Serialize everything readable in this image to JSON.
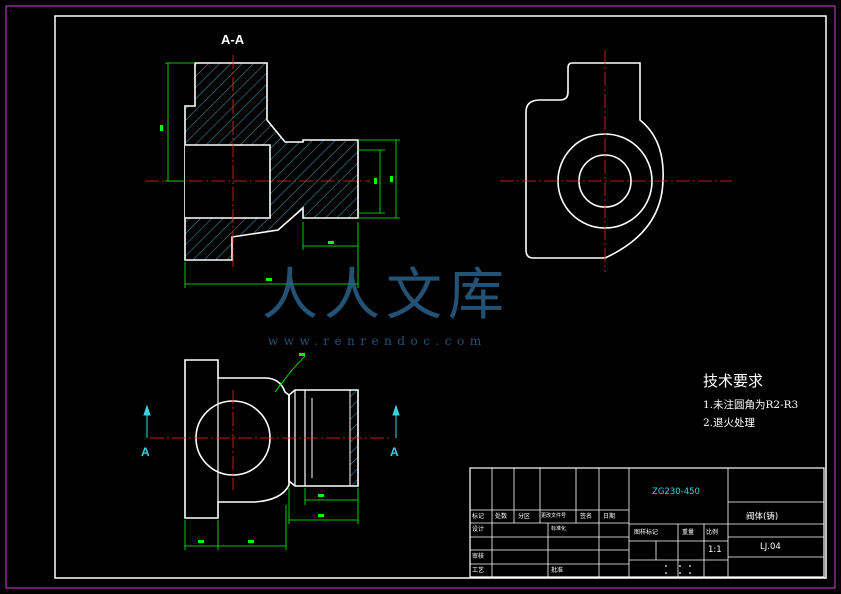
{
  "drawing": {
    "section_label": "A-A",
    "cut_marks": [
      "A",
      "A"
    ],
    "technical_requirements": {
      "heading": "技术要求",
      "items": [
        "1.未注圆角为R2-R3",
        "2.退火处理"
      ]
    },
    "watermark": {
      "text": "人人文库",
      "url": "www.renrendoc.com"
    }
  },
  "title_block": {
    "material": "ZG230-450",
    "part_name": "阀体(铸)",
    "drawing_no": "LJ.04",
    "scale": "1:1",
    "header_cells": [
      "标记",
      "处数",
      "分区",
      "更改文件号",
      "签名",
      "日期"
    ],
    "role_labels": [
      "设计",
      "标准化",
      "审核",
      "工艺",
      "批准"
    ],
    "stage_labels": [
      "图样标记",
      "重量",
      "比例"
    ]
  },
  "colors": {
    "outline": "#ffffff",
    "dimension": "#00ff00",
    "center_line": "#ff2020",
    "hatch": "#3fd0e0",
    "frame": "#d040d0"
  }
}
